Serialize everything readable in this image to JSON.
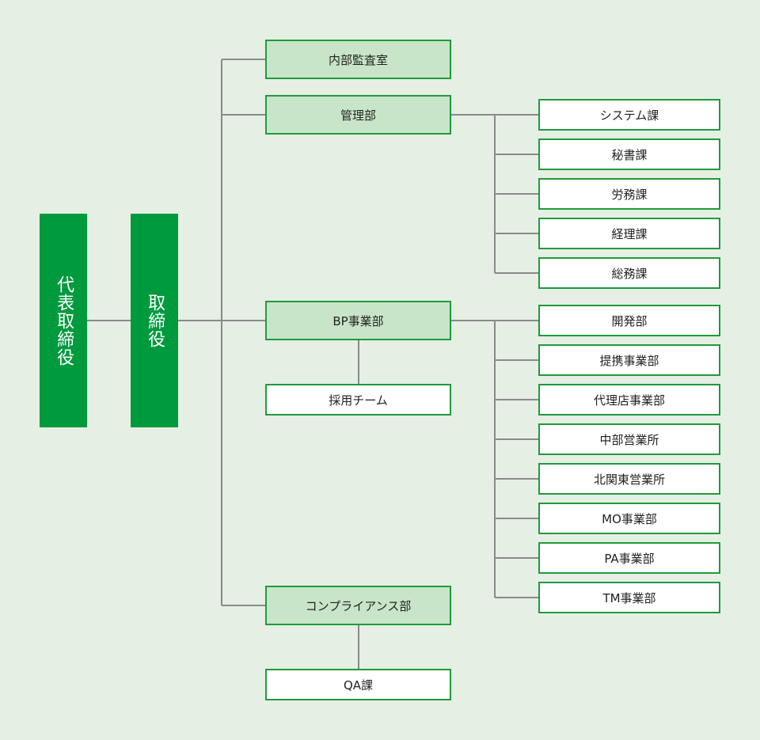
{
  "executives": {
    "president": "代表取締役",
    "director": "取締役"
  },
  "departments": {
    "audit": "内部監査室",
    "management": "管理部",
    "bp": "BP事業部",
    "compliance": "コンプライアンス部"
  },
  "management_sections": [
    "システム課",
    "秘書課",
    "労務課",
    "経理課",
    "総務課"
  ],
  "bp_sub": "採用チーム",
  "bp_sections": [
    "開発部",
    "提携事業部",
    "代理店事業部",
    "中部営業所",
    "北関東営業所",
    "MO事業部",
    "PA事業部",
    "TM事業部"
  ],
  "compliance_sub": "QA課",
  "colors": {
    "background": "#e6efe4",
    "executive_fill": "#009a3e",
    "department_fill": "#c9e5c9",
    "border": "#1f9b3b",
    "connector": "#8a8a8a"
  }
}
